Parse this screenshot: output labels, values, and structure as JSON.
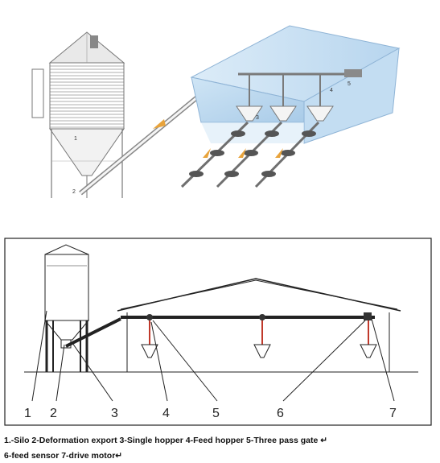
{
  "top_figure": {
    "labels": [
      "1",
      "2",
      "3",
      "4",
      "5"
    ]
  },
  "bottom_figure": {
    "labels": [
      "1",
      "2",
      "3",
      "4",
      "5",
      "6",
      "7"
    ]
  },
  "caption": {
    "line1": "1.-Silo 2-Deformation export 3-Single hopper  4-Feed hopper  5-Three pass gate  ↵",
    "line2": "6-feed sensor 7-drive motor↵"
  },
  "colors": {
    "house_blue": "#bcd9f0",
    "house_edge": "#8fb4d6",
    "arrow_orange": "#e8a33b",
    "drop_red": "#c0392b"
  }
}
